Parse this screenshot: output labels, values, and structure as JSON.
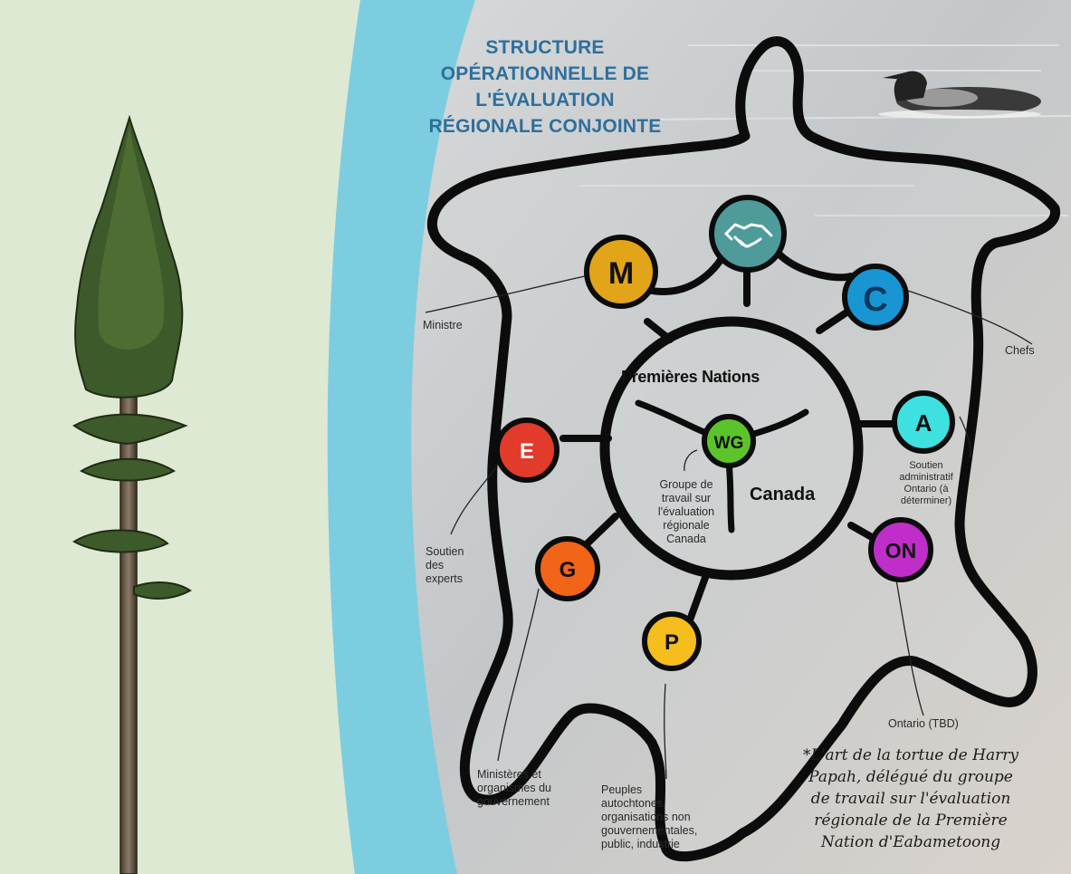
{
  "title": {
    "line1": "STRUCTURE",
    "line2": "OPÉRATIONNELLE DE",
    "line3": "L'ÉVALUATION",
    "line4": "RÉGIONALE CONJOINTE"
  },
  "center": {
    "top_label": "Premières Nations",
    "bottom_label": "Canada",
    "node_letter": "WG",
    "node_caption": [
      "Groupe de",
      "travail sur",
      "l'évaluation",
      "régionale",
      "Canada"
    ]
  },
  "nodes": {
    "handshake": {
      "icon": "handshake-icon",
      "color": "#4f9a9b"
    },
    "M": {
      "letter": "M",
      "color": "#e2a418",
      "label": [
        "Ministre"
      ]
    },
    "C": {
      "letter": "C",
      "color": "#1a95d4",
      "label": [
        "Chefs"
      ]
    },
    "A": {
      "letter": "A",
      "color": "#3ee0e0",
      "label": [
        "Soutien",
        "administratif",
        "Ontario (à",
        "déterminer)"
      ]
    },
    "ON": {
      "letter": "ON",
      "color": "#c02ec9",
      "label": [
        "Ontario (TBD)"
      ]
    },
    "P": {
      "letter": "P",
      "color": "#f5be1c",
      "label": [
        "Peuples",
        "autochtones,",
        "organisations non",
        "gouvernementales,",
        "public, industrie"
      ]
    },
    "G": {
      "letter": "G",
      "color": "#f26418",
      "label": [
        "Ministères et",
        "organismes du",
        "gouvernement"
      ]
    },
    "E": {
      "letter": "E",
      "color": "#e23a2b",
      "label": [
        "Soutien",
        "des",
        "experts"
      ]
    },
    "WG": {
      "color": "#5cc42a"
    }
  },
  "credit": [
    "*L'art de la tortue de Harry",
    "Papah, délégué du groupe",
    "de travail sur l'évaluation",
    "régionale de la Première",
    "Nation d'Eabametoong"
  ],
  "colors": {
    "panel_left": "#dde9d3",
    "blue_band": "#7dcde0",
    "title": "#2e6f9c",
    "lake": "#c9cbcd"
  }
}
